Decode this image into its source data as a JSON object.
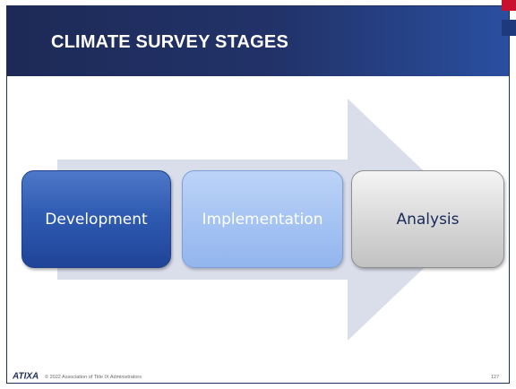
{
  "slide": {
    "title": "CLIMATE SURVEY STAGES",
    "stages": [
      {
        "label": "Development"
      },
      {
        "label": "Implementation"
      },
      {
        "label": "Analysis"
      }
    ]
  },
  "footer": {
    "logo_text": "ATIXA",
    "copyright": "© 2022 Association of Title IX Administrators",
    "page_number": "127"
  },
  "colors": {
    "header_dark": "#1d2a57",
    "header_light": "#2a4fa0",
    "accent_red": "#c8102e",
    "arrow_fill": "#d9deea",
    "stage_development": "#2f5bb2",
    "stage_implementation": "#a6c4f3",
    "stage_analysis": "#d7d7d7"
  }
}
